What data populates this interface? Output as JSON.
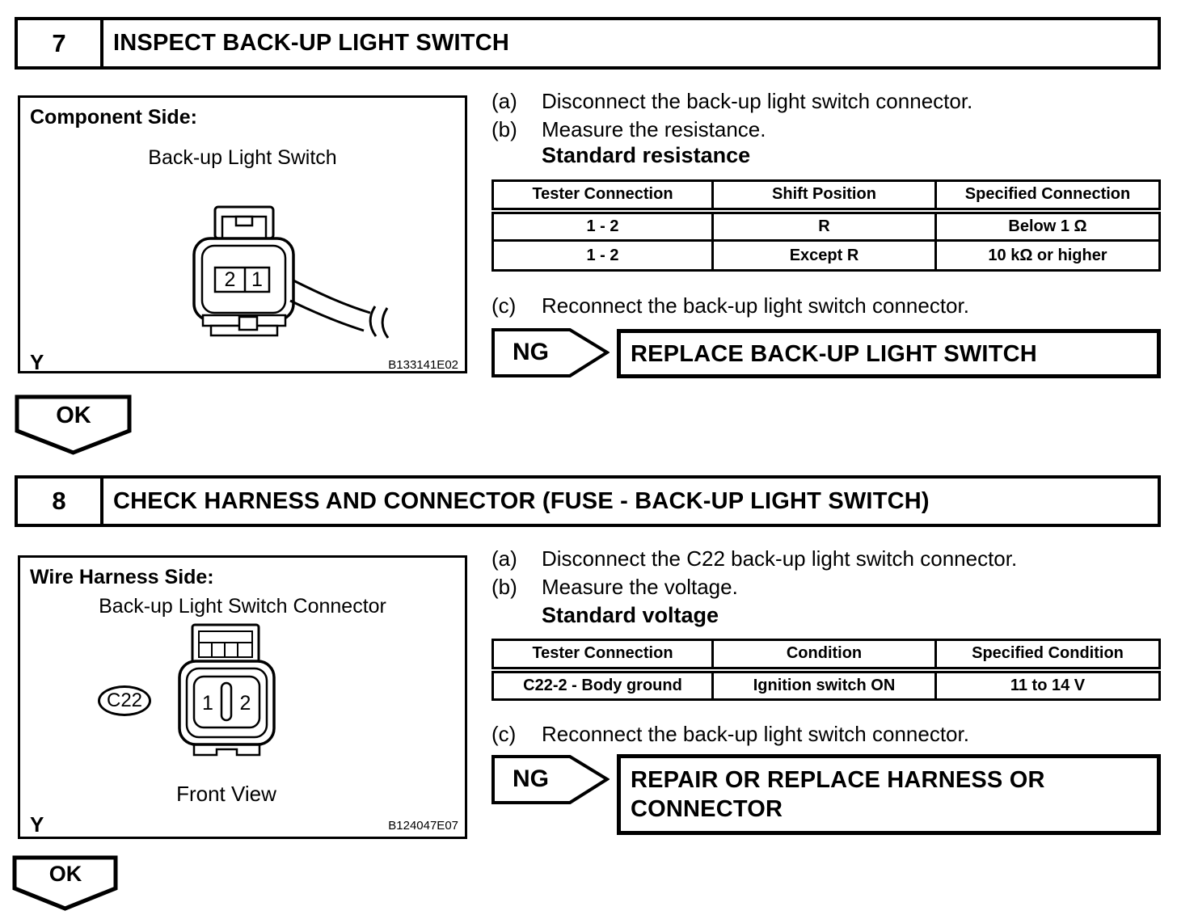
{
  "page": {
    "background": "#ffffff",
    "ink": "#000000"
  },
  "steps": [
    {
      "number": "7",
      "title": "INSPECT BACK-UP LIGHT SWITCH",
      "figure": {
        "side_label": "Component Side:",
        "caption": "Back-up Light Switch",
        "pin_labels": [
          "2",
          "1"
        ],
        "corner_label": "Y",
        "code": "B133141E02"
      },
      "instructions": [
        {
          "marker": "(a)",
          "text": "Disconnect the back-up light switch connector."
        },
        {
          "marker": "(b)",
          "text": "Measure the resistance."
        }
      ],
      "standard_heading": "Standard resistance",
      "spec_table": {
        "headers": [
          "Tester Connection",
          "Shift Position",
          "Specified Connection"
        ],
        "rows": [
          [
            "1 - 2",
            "R",
            "Below 1 Ω"
          ],
          [
            "1 - 2",
            "Except R",
            "10 kΩ or higher"
          ]
        ]
      },
      "reconnect": {
        "marker": "(c)",
        "text": "Reconnect the back-up light switch connector."
      },
      "ng": {
        "label": "NG",
        "action": "REPLACE BACK-UP LIGHT SWITCH"
      },
      "ok_label": "OK"
    },
    {
      "number": "8",
      "title": "CHECK HARNESS AND CONNECTOR (FUSE - BACK-UP LIGHT SWITCH)",
      "figure": {
        "side_label": "Wire Harness Side:",
        "caption": "Back-up Light Switch Connector",
        "connector_id": "C22",
        "pin_labels": [
          "1",
          "2"
        ],
        "view_label": "Front View",
        "corner_label": "Y",
        "code": "B124047E07"
      },
      "instructions": [
        {
          "marker": "(a)",
          "text": "Disconnect the C22 back-up light switch connector."
        },
        {
          "marker": "(b)",
          "text": "Measure the voltage."
        }
      ],
      "standard_heading": "Standard voltage",
      "spec_table": {
        "headers": [
          "Tester Connection",
          "Condition",
          "Specified Condition"
        ],
        "rows": [
          [
            "C22-2 - Body ground",
            "Ignition switch ON",
            "11 to 14 V"
          ]
        ]
      },
      "reconnect": {
        "marker": "(c)",
        "text": "Reconnect the back-up light switch connector."
      },
      "ng": {
        "label": "NG",
        "action": "REPAIR OR REPLACE HARNESS OR CONNECTOR"
      },
      "ok_label": "OK"
    }
  ]
}
